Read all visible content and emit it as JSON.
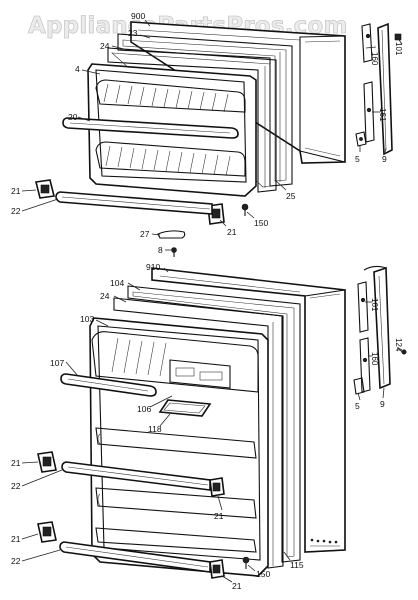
{
  "watermark": "AppliancePartsPros.com",
  "labels": {
    "top_900": "900",
    "top_23": "23",
    "top_24": "24",
    "top_4": "4",
    "top_20": "20",
    "top_21_left": "21",
    "top_22": "22",
    "top_21_right": "21",
    "top_25": "25",
    "top_150": "150",
    "top_27": "27",
    "top_8": "8",
    "top_160": "160",
    "top_101": "101",
    "top_161": "161",
    "top_5": "5",
    "top_9": "9",
    "bot_910": "910",
    "bot_104": "104",
    "bot_24": "24",
    "bot_103": "103",
    "bot_107": "107",
    "bot_106": "106",
    "bot_118": "118",
    "bot_21_a": "21",
    "bot_22_a": "22",
    "bot_21_b": "21",
    "bot_21_c": "21",
    "bot_22_b": "22",
    "bot_21_d": "21",
    "bot_150": "150",
    "bot_115": "115",
    "bot_161": "161",
    "bot_160": "160",
    "bot_124": "124",
    "bot_5": "5",
    "bot_9": "9"
  }
}
